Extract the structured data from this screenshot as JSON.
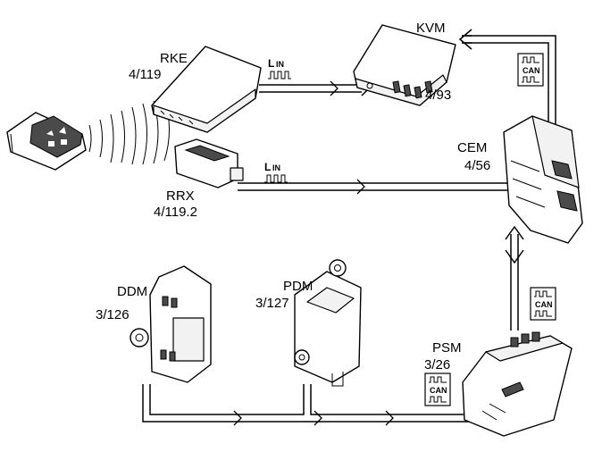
{
  "modules": {
    "rke": {
      "name": "RKE",
      "code": "4/119"
    },
    "kvm": {
      "name": "KVM",
      "code": "4/93"
    },
    "cem": {
      "name": "CEM",
      "code": "4/56"
    },
    "rrx": {
      "name": "RRX",
      "code": "4/119.2"
    },
    "ddm": {
      "name": "DDM",
      "code": "3/126"
    },
    "pdm": {
      "name": "PDM",
      "code": "3/127"
    },
    "psm": {
      "name": "PSM",
      "code": "3/26"
    }
  },
  "bus": {
    "lin_big": "L",
    "lin_small": "IN",
    "can": "CAN"
  }
}
